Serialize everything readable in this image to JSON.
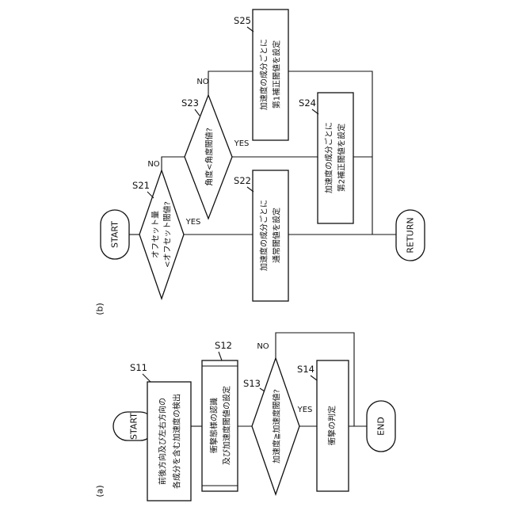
{
  "panel_a": {
    "label": "(a)",
    "start": "START",
    "end": "END",
    "steps": {
      "s11": {
        "id": "S11",
        "line1": "前後方向及び左右方向の",
        "line2": "各成分を含む加速度の検出"
      },
      "s12": {
        "id": "S12",
        "line1": "衝撃態様の認識",
        "line2": "及び加速度閾値の設定"
      },
      "s13": {
        "id": "S13",
        "line1": "加速度≧加速度閾値?"
      },
      "s14": {
        "id": "S14",
        "line1": "衝撃の判定"
      }
    },
    "yes": "YES",
    "no": "NO"
  },
  "panel_b": {
    "label": "(b)",
    "start": "START",
    "return": "RETURN",
    "steps": {
      "s21": {
        "id": "S21",
        "line1": "オフセット量",
        "line2": "<オフセット閾値?"
      },
      "s22": {
        "id": "S22",
        "line1": "加速度の成分ごとに",
        "line2": "通常閾値を設定"
      },
      "s23": {
        "id": "S23",
        "line1": "角度<角度閾値?"
      },
      "s24": {
        "id": "S24",
        "line1": "加速度の成分ごとに",
        "line2": "第2補正閾値を設定"
      },
      "s25": {
        "id": "S25",
        "line1": "加速度の成分ごとに",
        "line2": "第1補正閾値を設定"
      }
    },
    "yes_s21": "YES",
    "no_s21": "NO",
    "yes_s23": "YES",
    "no_s23": "NO"
  }
}
